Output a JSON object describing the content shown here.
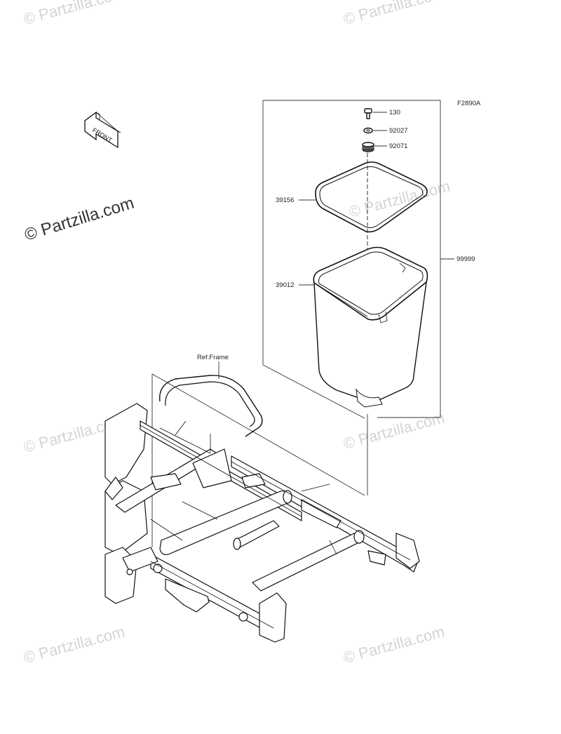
{
  "diagram": {
    "code": "F2890A",
    "front_label": "FRONT",
    "ref_label": "Ref.Frame"
  },
  "parts": [
    {
      "number": "130"
    },
    {
      "number": "92027"
    },
    {
      "number": "92071"
    },
    {
      "number": "39156"
    },
    {
      "number": "39012"
    },
    {
      "number": "99999"
    }
  ],
  "watermark": {
    "main": "© Partzilla.com",
    "repeat": "© Partzilla.com"
  },
  "colors": {
    "line": "#111111",
    "watermark": "#d4d4d4"
  }
}
